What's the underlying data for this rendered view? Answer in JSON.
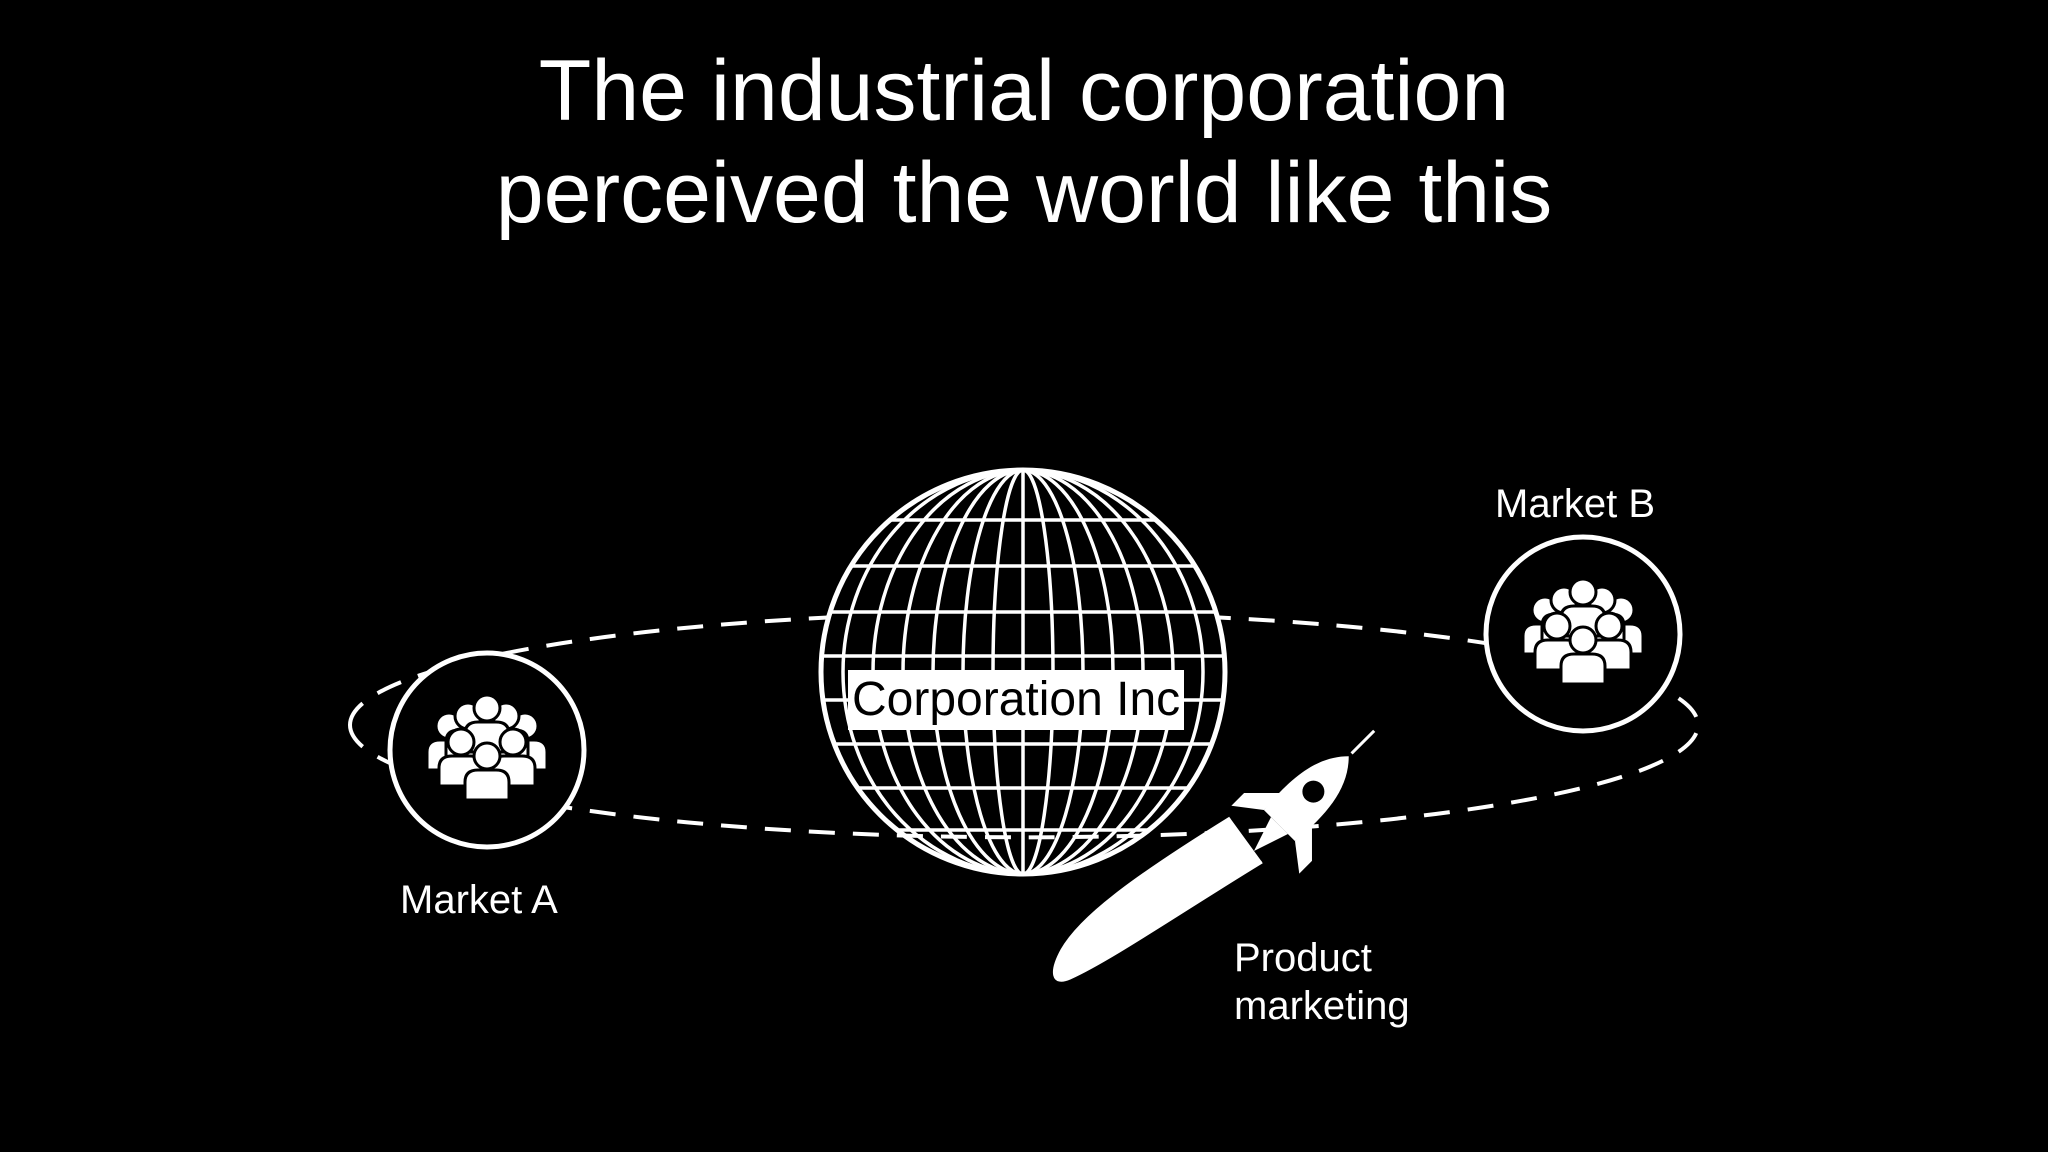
{
  "title": {
    "line1": "The industrial corporation",
    "line2": "perceived the world like this"
  },
  "center": {
    "label": "Corporation Inc"
  },
  "markets": [
    {
      "label": "Market A",
      "icon": "people-group-icon"
    },
    {
      "label": "Market B",
      "icon": "people-group-icon"
    }
  ],
  "rocket": {
    "label_line1": "Product",
    "label_line2": "marketing",
    "icon": "rocket-icon"
  },
  "colors": {
    "background": "#000000",
    "foreground": "#ffffff"
  }
}
